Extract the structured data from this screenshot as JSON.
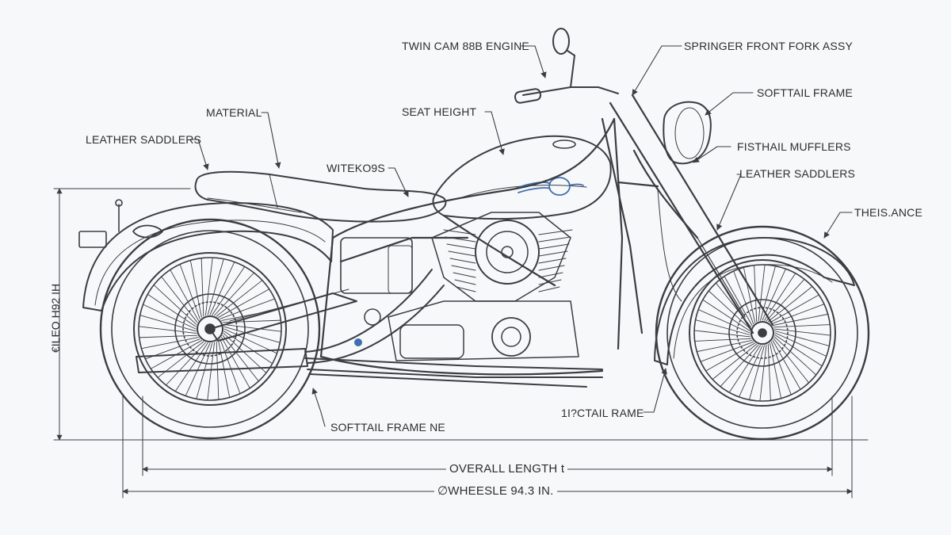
{
  "labels": {
    "twin_cam_engine": "TWIN CAM 88B ENGINE",
    "springer_fork": "SPRINGER FRONT FORK ASSY",
    "softtail_frame_top": "SOFTTAIL FRAME",
    "material": "MATERIAL",
    "seat_height": "SEAT    HEIGHT",
    "leather_saddlers_left": "LEATHER SADDLERS",
    "witek": "WITEKO9S",
    "fishtail_mufflers": "FISTHAIL MUFFLERS",
    "leather_saddlers_right": "LEATHER SADDLERS",
    "thistance": "THEIS.ANCE",
    "softtail_frame_bottom": "SOFTTAIL FRAME NE",
    "tail_frame": "1I?CTAIL RAME"
  },
  "dimensions": {
    "height_label": "€ILEO H92 IH",
    "overall_length": "OVERALL LENGTH  t",
    "wheelbase": "∅WHEESLE   94.3 IN."
  },
  "colors": {
    "line": "#3a3d42",
    "accent": "#3f6fb0"
  }
}
